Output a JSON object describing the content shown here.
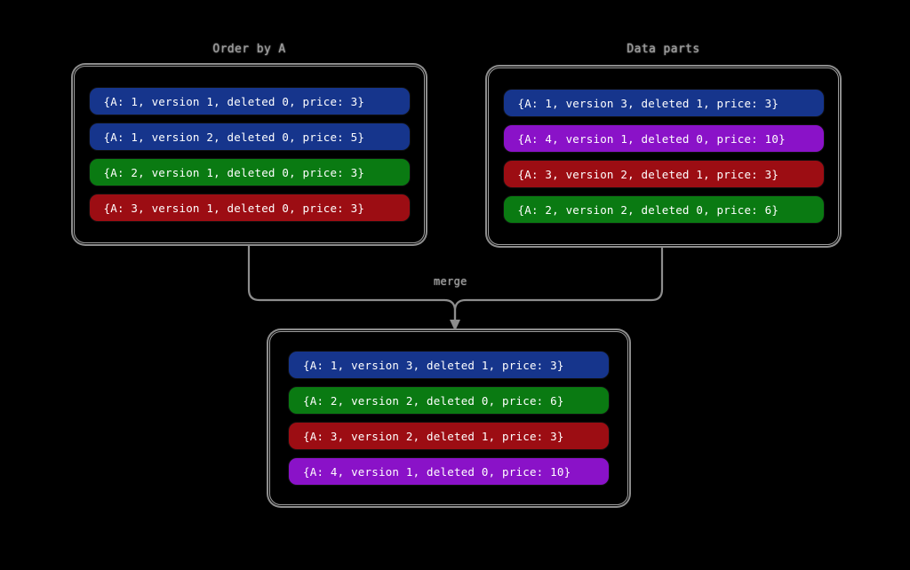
{
  "diagram": {
    "background_color": "#000000",
    "border_color": "#9a9a9a",
    "label_color": "#9a9a9a",
    "merge_label": "merge",
    "panels": [
      {
        "id": "order-by-a",
        "title": "Order by A",
        "rows": [
          {
            "text": "{A: 1, version 1, deleted 0, price: 3}",
            "color": "#16358c"
          },
          {
            "text": "{A: 1, version 2, deleted 0, price: 5}",
            "color": "#16358c"
          },
          {
            "text": "{A: 2, version 1, deleted 0, price: 3}",
            "color": "#0a7a12"
          },
          {
            "text": "{A: 3, version 1, deleted 0, price: 3}",
            "color": "#9c0d13"
          }
        ]
      },
      {
        "id": "data-parts",
        "title": "Data parts",
        "rows": [
          {
            "text": "{A: 1, version 3, deleted 1, price: 3}",
            "color": "#16358c"
          },
          {
            "text": "{A: 4, version 1, deleted 0, price: 10}",
            "color": "#8a12c8"
          },
          {
            "text": "{A: 3, version 2, deleted 1, price: 3}",
            "color": "#9c0d13"
          },
          {
            "text": "{A: 2, version 2, deleted 0, price: 6}",
            "color": "#0a7a12"
          }
        ]
      },
      {
        "id": "merged-result",
        "title": "",
        "rows": [
          {
            "text": "{A: 1, version 3, deleted 1, price: 3}",
            "color": "#16358c"
          },
          {
            "text": "{A: 2, version 2, deleted 0, price: 6}",
            "color": "#0a7a12"
          },
          {
            "text": "{A: 3, version 2, deleted 1, price: 3}",
            "color": "#9c0d13"
          },
          {
            "text": "{A: 4, version 1, deleted 0, price: 10}",
            "color": "#8a12c8"
          }
        ]
      }
    ]
  }
}
